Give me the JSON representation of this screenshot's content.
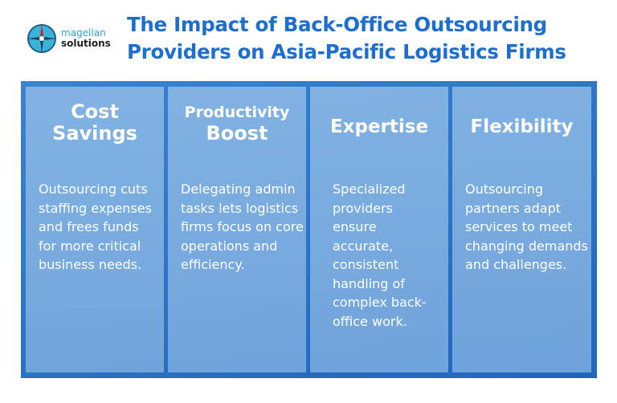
{
  "logo": {
    "line1": "magellan",
    "line2": "solutions"
  },
  "title": {
    "line1": "The Impact of Back-Office Outsourcing",
    "line2": "Providers on Asia-Pacific Logistics Firms"
  },
  "columns": [
    {
      "heading1": "Cost",
      "heading2": "Savings",
      "text": "Outsourcing cuts staffing expenses and frees funds for more critical business needs."
    },
    {
      "heading1": "Productivity",
      "heading2": "Boost",
      "text": "Delegating admin tasks lets logistics firms focus on core operations and efficiency."
    },
    {
      "heading1": "Expertise",
      "heading2": "",
      "text": "Specialized providers ensure accurate, consistent handling of complex back-office work."
    },
    {
      "heading1": "Flexibility",
      "heading2": "",
      "text": "Outsourcing partners adapt services to meet changing demands and challenges."
    }
  ]
}
